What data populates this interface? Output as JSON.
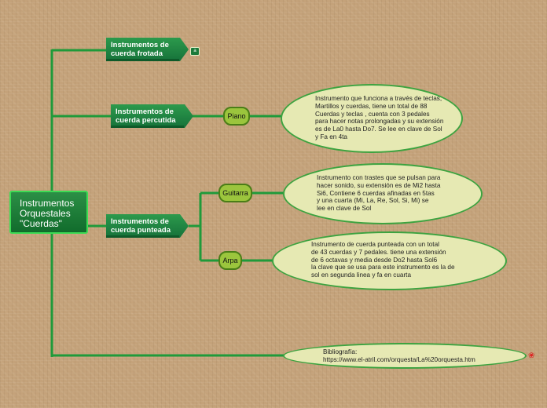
{
  "root": {
    "label": "Instrumentos\nOrquestales\n\"Cuerdas\""
  },
  "branches": {
    "frotada": "Instrumentos de\ncuerda frotada",
    "percutida": "Instrumentos de\ncuerda percutida",
    "punteada": "Instrumentos de\ncuerda punteada"
  },
  "badge": "a",
  "instruments": {
    "piano": "Piano",
    "guitarra": "Guitarra",
    "arpa": "Arpa"
  },
  "notes": {
    "piano": "Instrumento que funciona a través de teclas,\nMartillos y cuerdas, tiene un total de 88\nCuerdas y teclas , cuenta con 3 pedales\npara hacer notas prolongadas y su extensión\nes de La0 hasta Do7. Se lee en clave de Sol\ny Fa en 4ta",
    "guitarra": "Instrumento con trastes que se pulsan para\nhacer sonido, su extensión es de Mi2 hasta\nSi6, Contiene 6 cuerdas afinadas en 5tas\ny una cuarta (Mi, La, Re, Sol, Si, Mi) se\nlee en clave de Sol",
    "arpa": "Instrumento de cuerda punteada con un total\nde 43 cuerdas y 7 pedales. tiene una extensión\nde 6 octavas y media desde Do2 hasta Sol6\n la clave que se usa para este instrumento es la de\nsol en segunda linea y fa en cuarta",
    "bibliografia": "Bibliografía:\nhttps://www.el-atril.com/orquesta/La%20orquesta.htm"
  },
  "icons": {
    "link": "link-icon",
    "badge": "attachment-badge"
  },
  "colors": {
    "connector": "#1f9a3a",
    "node_green": "#1e8040",
    "bubble": "#e6e9b3"
  }
}
